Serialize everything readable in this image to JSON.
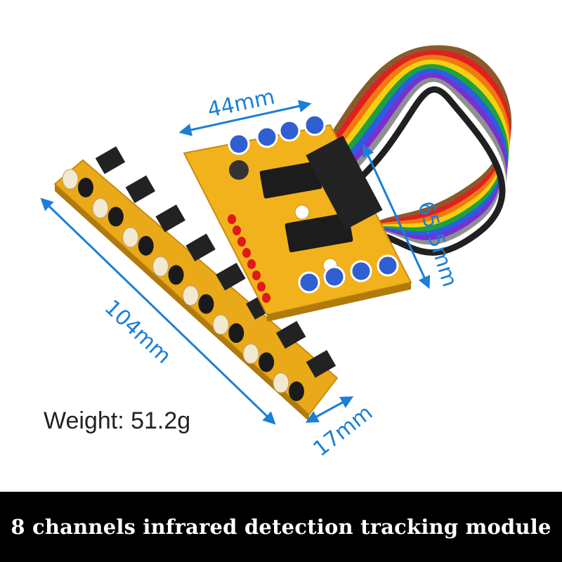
{
  "dimensions": {
    "width": "44mm",
    "length": "104mm",
    "height": "65.5mm",
    "depth": "17mm"
  },
  "dimension_color": "#1a7fd6",
  "weight_text": "Weight: 51.2g",
  "banner_text": "8 channels infrared detection tracking module",
  "board_color": "#f2b21c",
  "ribbon_colors": [
    "#8b5a2b",
    "#e02020",
    "#f07a10",
    "#f5d010",
    "#1ea040",
    "#2a5de0",
    "#7a2fd0",
    "#909090",
    "#ffffff",
    "#202020"
  ]
}
